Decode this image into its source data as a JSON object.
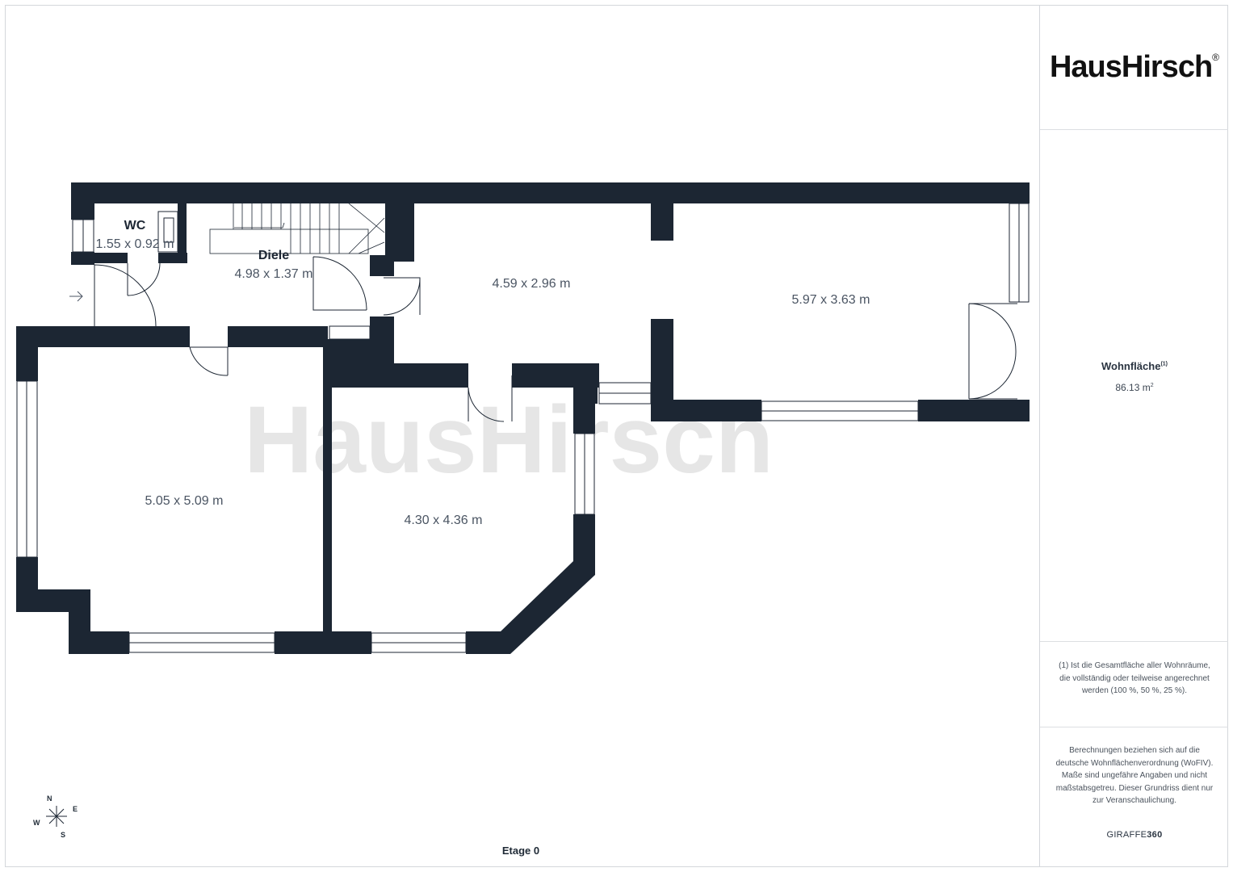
{
  "brand": {
    "name": "HausHirsch",
    "registered": "®"
  },
  "watermark": {
    "text": "HausHirsch",
    "registered": "®"
  },
  "summary": {
    "label": "Wohnfläche",
    "label_note": "(1)",
    "value": "86.13 m",
    "value_unit_sup": "2"
  },
  "footnote": "(1) Ist die Gesamtfläche aller Wohnräume, die vollständig oder teilweise angerechnet werden (100 %, 50 %, 25 %).",
  "disclaimer": "Berechnungen beziehen sich auf die deutsche Wohnflächenverordnung (WoFIV). Maße sind ungefähre Angaben und nicht maßstabsgetreu. Dieser Grundriss dient nur zur Veranschaulichung.",
  "credit": {
    "prefix": "GIRAFFE",
    "suffix": "360"
  },
  "floor": "Etage 0",
  "compass": {
    "n": "N",
    "e": "E",
    "s": "S",
    "w": "W"
  },
  "rooms": {
    "wc_name": "WC",
    "wc_dims": "1.55 x 0.92 m",
    "diele_name": "Diele",
    "diele_dims": "4.98 x 1.37 m",
    "room_a_dims": "4.59 x 2.96 m",
    "room_b_dims": "5.97 x 3.63 m",
    "room_c_dims": "5.05 x 5.09 m",
    "room_d_dims": "4.30 x 4.36 m"
  },
  "colors": {
    "wall": "#1c2633",
    "text": "#4b5563",
    "watermark": "#e6e6e6"
  }
}
